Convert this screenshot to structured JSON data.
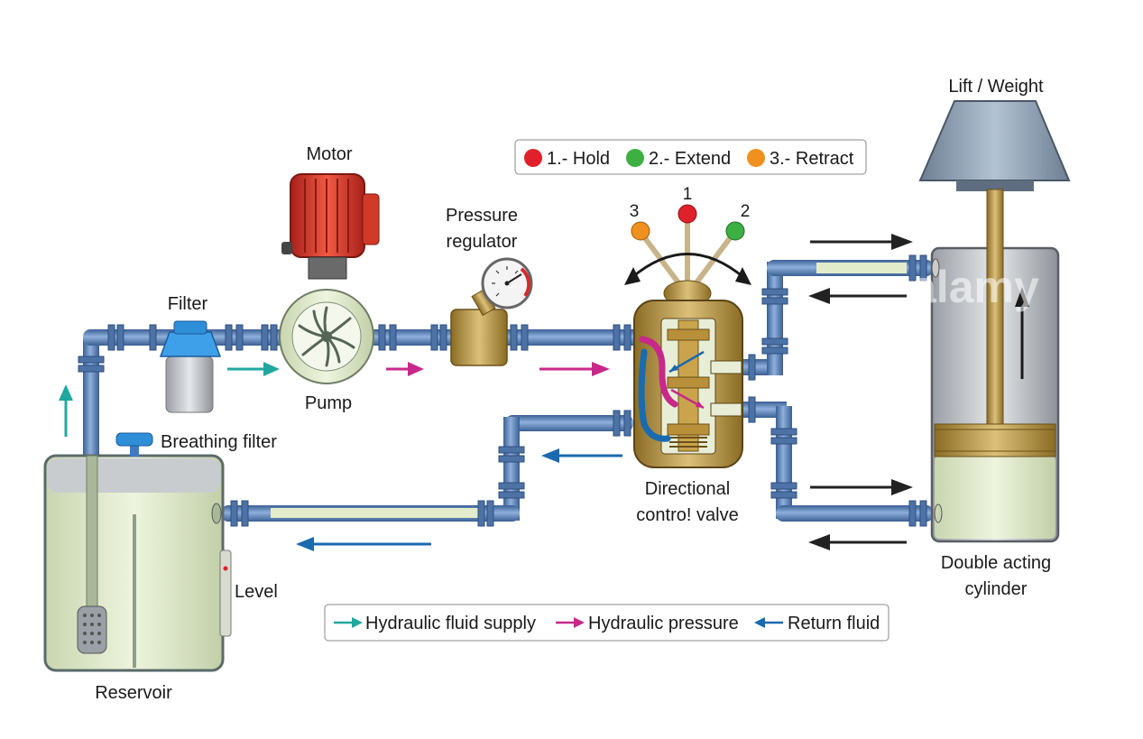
{
  "labels": {
    "motor": "Motor",
    "filter": "Filter",
    "pump": "Pump",
    "pressure_regulator_line1": "Pressure",
    "pressure_regulator_line2": "regulator",
    "breathing_filter": "Breathing filter",
    "reservoir": "Reservoir",
    "level": "Level",
    "directional_valve_line1": "Directional",
    "directional_valve_line2": "contro! valve",
    "lift_weight": "Lift / Weight",
    "cylinder_line1": "Double acting",
    "cylinder_line2": "cylinder"
  },
  "lever_positions": {
    "hold_number": "1",
    "extend_number": "2",
    "retract_number": "3"
  },
  "status_legend": [
    {
      "text": "1.- Hold",
      "color": "#e0202a"
    },
    {
      "text": "2.- Extend",
      "color": "#3cb043"
    },
    {
      "text": "3.- Retract",
      "color": "#f0901e"
    }
  ],
  "flow_legend": [
    {
      "text": "Hydraulic fluid supply",
      "color": "#20a8a0"
    },
    {
      "text": "Hydraulic pressure",
      "color": "#c8288a"
    },
    {
      "text": "Return fluid",
      "color": "#1a6ab0"
    }
  ],
  "colors": {
    "pipe": "#5e84b8",
    "pipe_dark": "#3a5f93",
    "fluid": "#e2eccb",
    "motor": "#e23c2c",
    "brass": "#b8963e",
    "supply": "#20a8a0",
    "pressure": "#c8288a",
    "return": "#1a6ab0",
    "motion": "#2a2a2a"
  },
  "watermark": "alamy"
}
